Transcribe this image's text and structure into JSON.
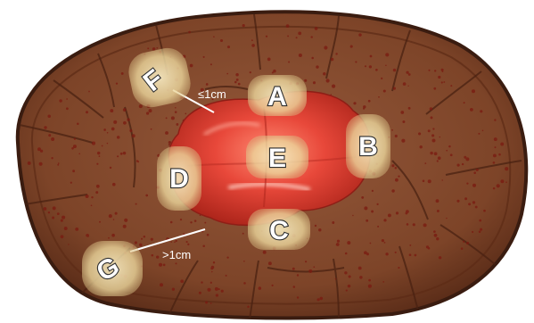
{
  "figure": {
    "zones": [
      {
        "id": "A",
        "label": "A"
      },
      {
        "id": "B",
        "label": "B"
      },
      {
        "id": "C",
        "label": "C"
      },
      {
        "id": "D",
        "label": "D"
      },
      {
        "id": "E",
        "label": "E"
      },
      {
        "id": "F",
        "label": "F"
      },
      {
        "id": "G",
        "label": "G"
      }
    ],
    "distance_near": "≤1cm",
    "distance_far": ">1cm",
    "colors": {
      "tissue": "#8a4f30",
      "tissue_dark": "#6b3520",
      "tissue_rim": "#3a1c10",
      "tumor": "#e8483a",
      "tumor_dark": "#b22a20",
      "zone_fill": "#f3e2b0",
      "dots": "#7a1a10"
    }
  }
}
